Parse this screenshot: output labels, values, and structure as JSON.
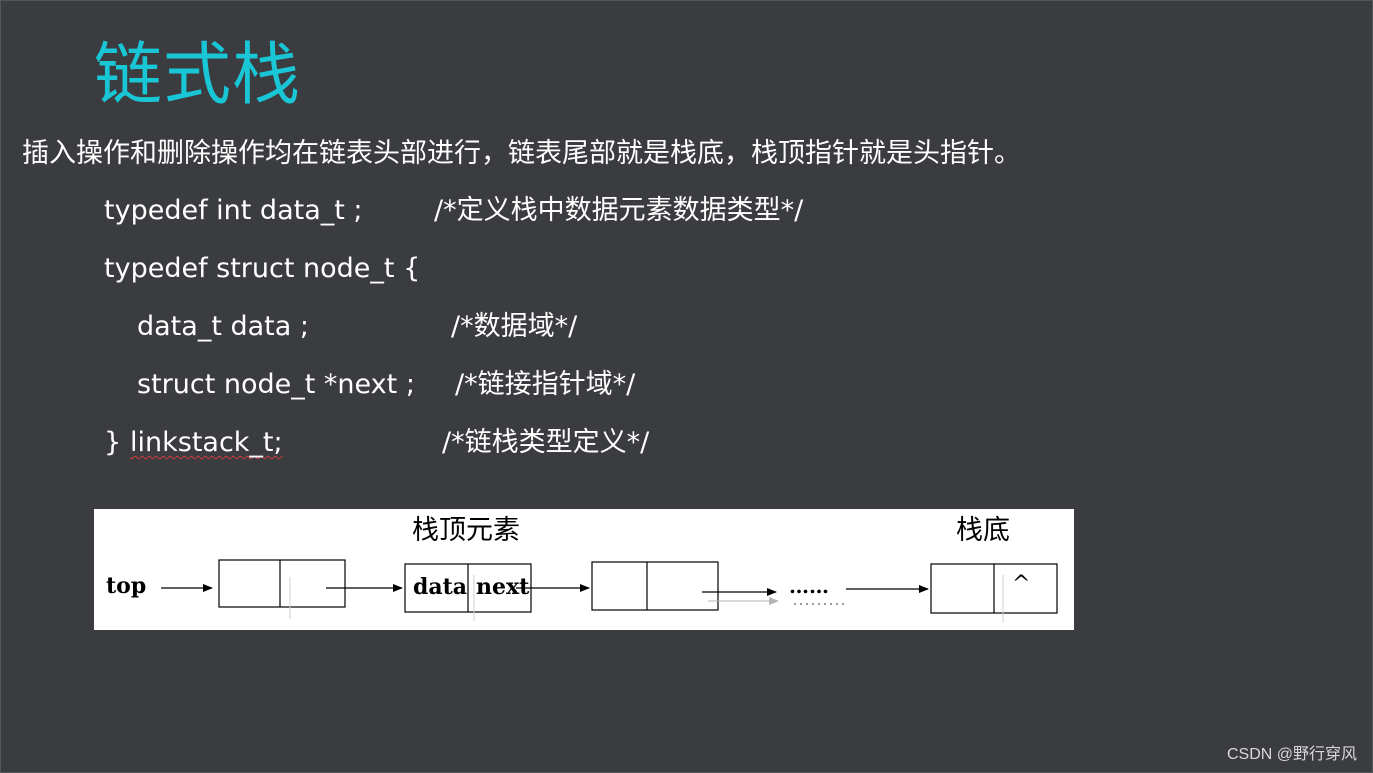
{
  "slide": {
    "title": "链式栈",
    "intro": "插入操作和删除操作均在链表头部进行，链表尾部就是栈底，栈顶指针就是头指针。"
  },
  "code": {
    "line1": {
      "code": "typedef  int  data_t ;",
      "comment": "/*定义栈中数据元素数据类型*/"
    },
    "line2": {
      "code": "typedef  struct  node_t {"
    },
    "line3": {
      "code": "data_t data ;",
      "comment": "/*数据域*/"
    },
    "line4": {
      "code": "struct  node_t  *next ;",
      "comment": "/*链接指针域*/"
    },
    "line5": {
      "brace": "}",
      "name": "linkstack_t;",
      "comment": "/*链栈类型定义*/"
    }
  },
  "diagram": {
    "label_top_element": "栈顶元素",
    "label_bottom": "栈底",
    "pointer_label": "top",
    "cell_data": "data",
    "cell_next": "next",
    "ellipsis": "……",
    "null_marker": "^"
  },
  "watermark": "CSDN @野行穿风",
  "colors": {
    "background": "#3b3c40",
    "title": "#19c6d6",
    "text": "#ffffff",
    "figure_background": "#ffffff",
    "spellcheck_underline": "#d23a3a"
  }
}
